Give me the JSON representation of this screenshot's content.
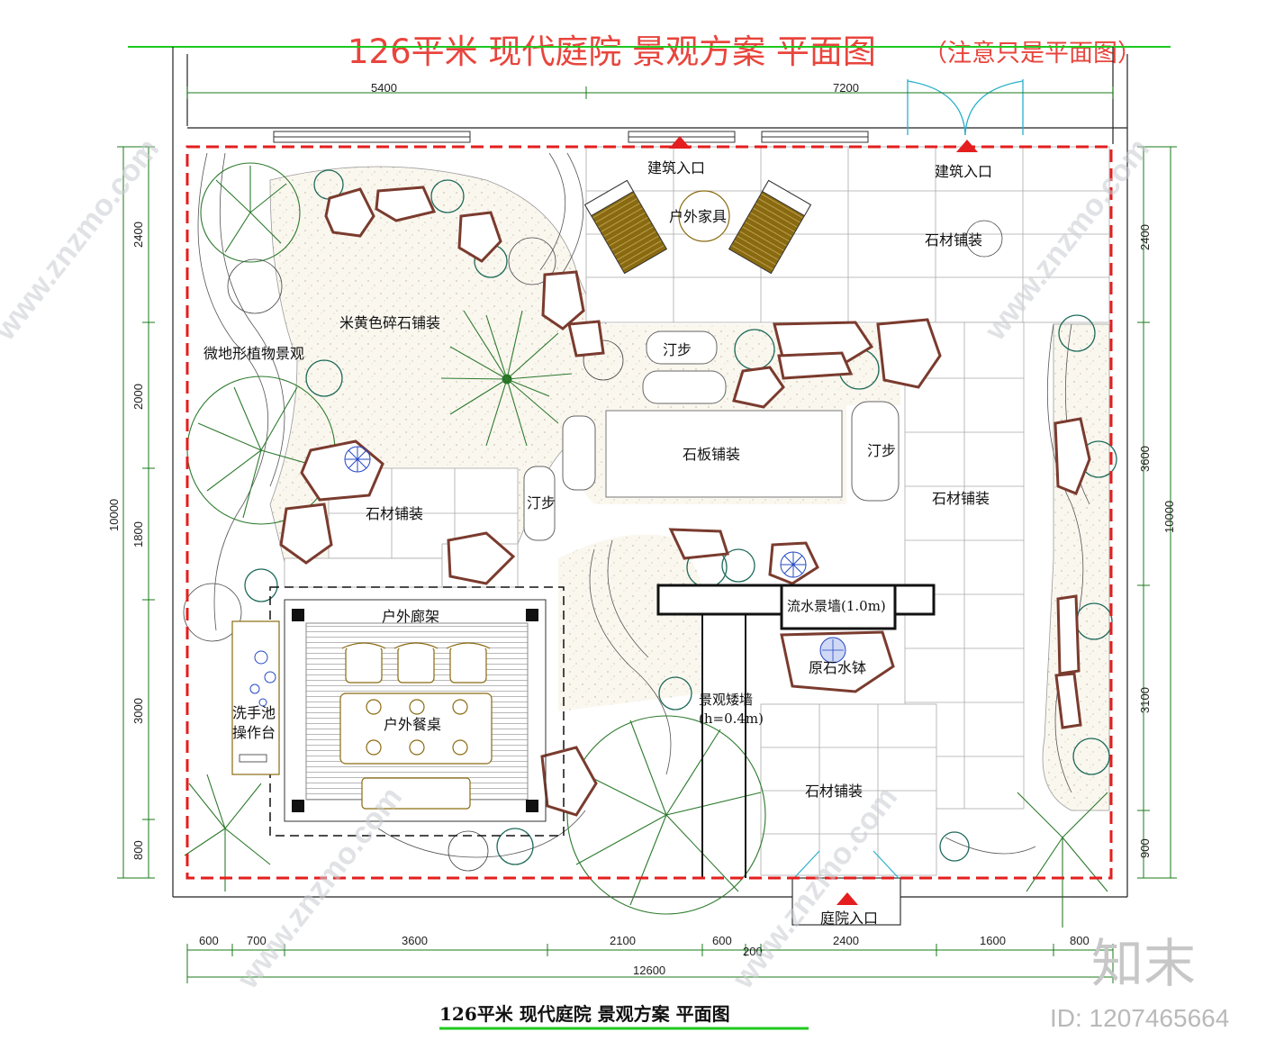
{
  "title": "126平米 现代庭院 景观方案 平面图",
  "title_note": "（注意只是平面图）",
  "bottom_title": "126平米  现代庭院  景观方案  平面图",
  "labels": {
    "entry_building_1": "建筑入口",
    "entry_building_2": "建筑入口",
    "outdoor_furniture": "户外家具",
    "stone_paving_top": "石材铺装",
    "gravel_paving": "米黄色碎石铺装",
    "micro_terrain": "微地形植物景观",
    "stepping_stone_1": "汀步",
    "stepping_stone_2": "汀步",
    "stepping_stone_3": "汀步",
    "slate_paving": "石板铺装",
    "stone_paving_left": "石材铺装",
    "stone_paving_right": "石材铺装",
    "stone_paving_bottom": "石材铺装",
    "water_wall": "流水景墙(1.0m)",
    "stone_bowl": "原石水钵",
    "pergola": "户外廊架",
    "outdoor_dining": "户外餐桌",
    "wash_line1": "洗手池",
    "wash_line2": "操作台",
    "low_wall_line1": "景观矮墙",
    "low_wall_line2": "(h=0.4m)",
    "courtyard_entry": "庭院入口"
  },
  "dimensions": {
    "top": [
      "5400",
      "7200"
    ],
    "bottom": [
      "600",
      "700",
      "3600",
      "2100",
      "600",
      "200",
      "2400",
      "1600",
      "800"
    ],
    "bottom_total": "12600",
    "left": [
      "2400",
      "2000",
      "1800",
      "3000",
      "800"
    ],
    "left_total": "10000",
    "right": [
      "2400",
      "3600",
      "3100",
      "900"
    ],
    "right_total": "10000"
  },
  "watermark": {
    "brand": "知末",
    "site": "www.znzmo.com",
    "id": "ID: 1207465664"
  },
  "colors": {
    "title": "#e8453c",
    "boundary": "#e41e1e",
    "rock": "#7a3b2e",
    "plant": "#1e6a5a",
    "tree": "#2d7a2d",
    "furniture": "#8a6a10",
    "dim": "#1a7a1a",
    "entry_marker": "#e41e1e"
  }
}
